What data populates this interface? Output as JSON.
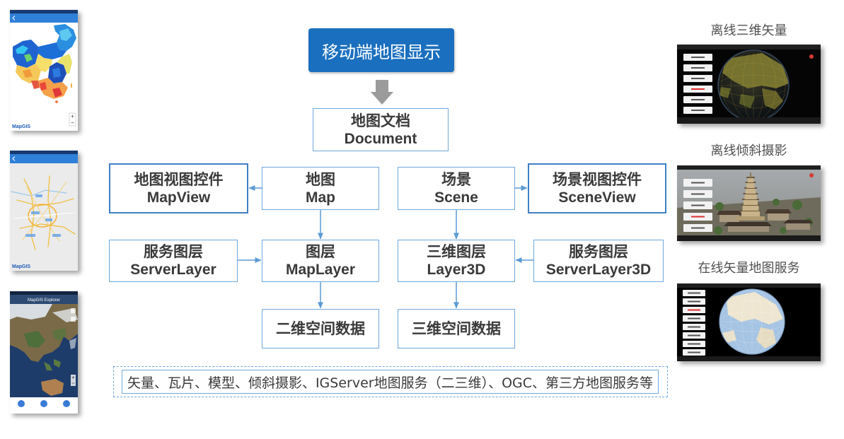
{
  "diagram": {
    "title": "移动端地图显示",
    "nodes": {
      "document": {
        "cn": "地图文档",
        "en": "Document"
      },
      "mapview": {
        "cn": "地图视图控件",
        "en": "MapView"
      },
      "map": {
        "cn": "地图",
        "en": "Map"
      },
      "scene": {
        "cn": "场景",
        "en": "Scene"
      },
      "sceneview": {
        "cn": "场景视图控件",
        "en": "SceneView"
      },
      "serverlayer": {
        "cn": "服务图层",
        "en": "ServerLayer"
      },
      "maplayer": {
        "cn": "图层",
        "en": "MapLayer"
      },
      "layer3d": {
        "cn": "三维图层",
        "en": "Layer3D"
      },
      "serverlayer3d": {
        "cn": "服务图层",
        "en": "ServerLayer3D"
      },
      "data2d": {
        "cn": "二维空间数据"
      },
      "data3d": {
        "cn": "三维空间数据"
      }
    },
    "data_sources": "矢量、瓦片、模型、倾斜摄影、IGServer地图服务（二三维）、OGC、第三方地图服务等"
  },
  "example_screenshots": [
    {
      "caption": "离线三维矢量"
    },
    {
      "caption": "离线倾斜摄影"
    },
    {
      "caption": "在线矢量地图服务"
    }
  ],
  "left_screenshots": [
    {
      "logo": "MapGIS"
    },
    {
      "logo": "MapGIS"
    },
    {
      "app_title": "MapGIS Explorer"
    }
  ],
  "colors": {
    "title_box": "#1b6fbf",
    "node_border": "#6fa7dc",
    "node_border_strong": "#3f80c6",
    "connector": "#5b9bd5",
    "block_arrow": "#9b9b9b",
    "text": "#3a3a3a",
    "caption": "#505050"
  }
}
